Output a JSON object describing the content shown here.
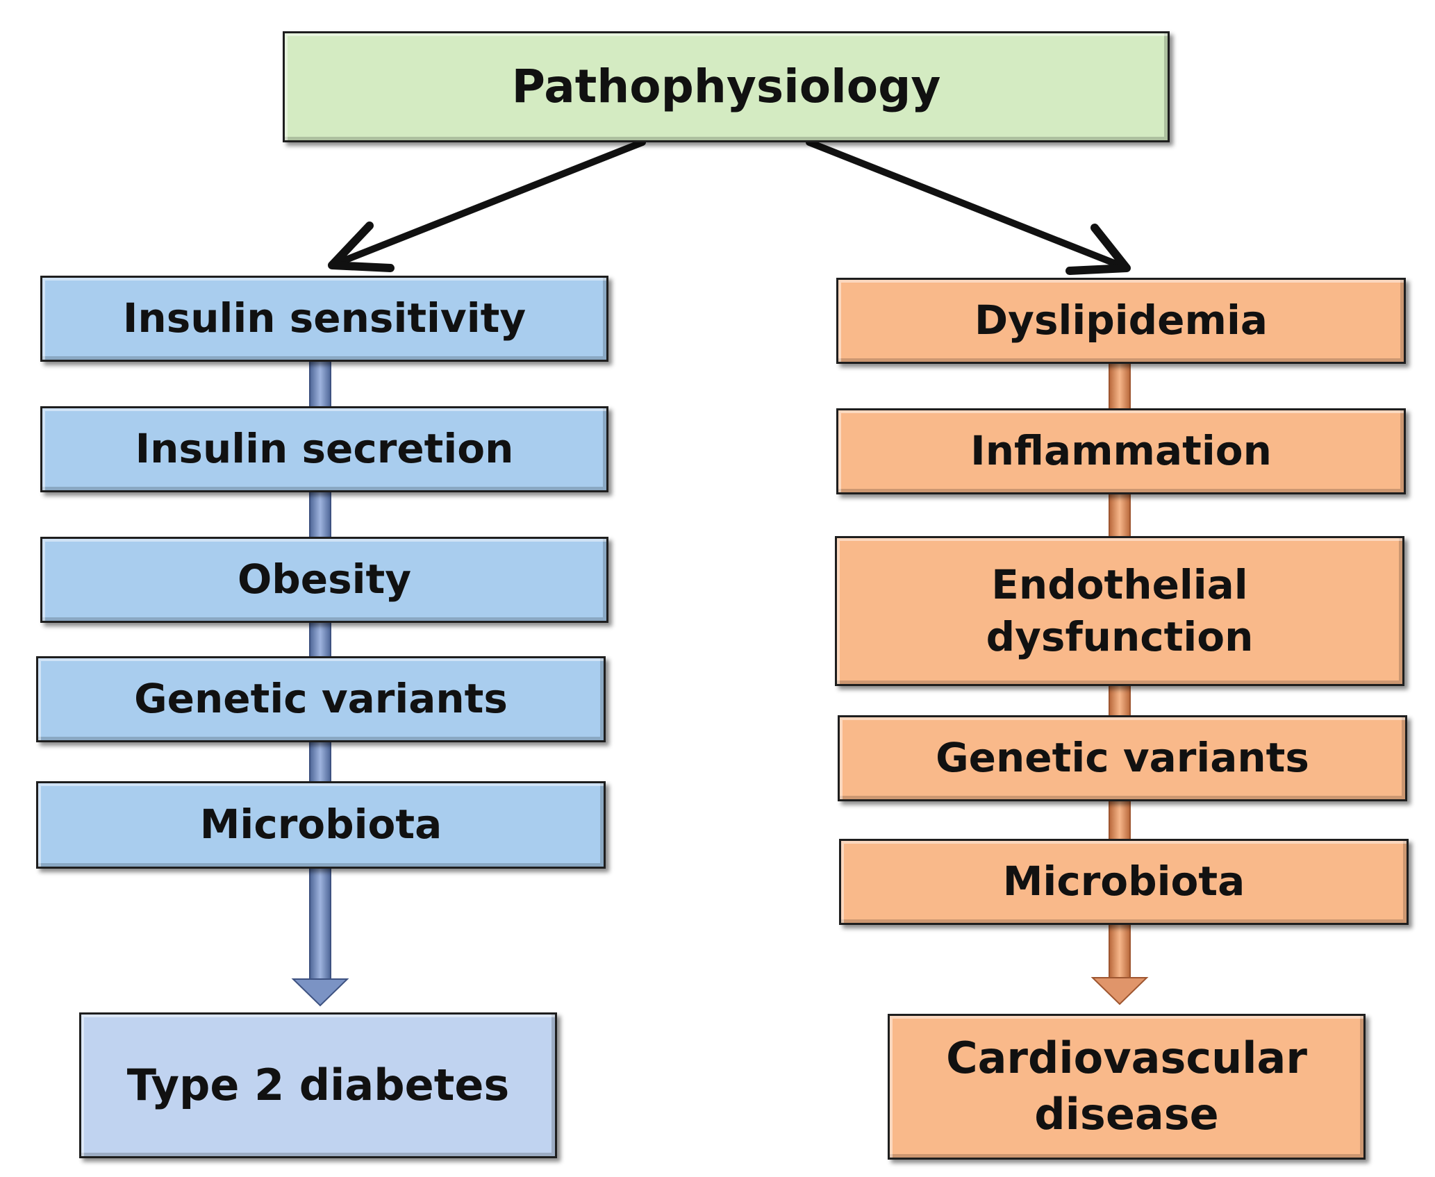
{
  "root": {
    "label": "Pathophysiology"
  },
  "left_branch": {
    "items": [
      "Insulin sensitivity",
      "Insulin secretion",
      "Obesity",
      "Genetic variants",
      "Microbiota"
    ],
    "outcome": "Type 2 diabetes"
  },
  "right_branch": {
    "items": [
      "Dyslipidemia",
      "Inflammation",
      "Endothelial dysfunction",
      "Genetic variants",
      "Microbiota"
    ],
    "outcome": "Cardiovascular disease"
  },
  "colors": {
    "root": "#d4ebc2",
    "left_boxes": "#a9cdee",
    "left_outcome": "#c0d3f0",
    "left_connector": "#7b93c4",
    "right_boxes": "#f9b98a",
    "right_connector": "#e0956a",
    "arrow": "#111111"
  }
}
